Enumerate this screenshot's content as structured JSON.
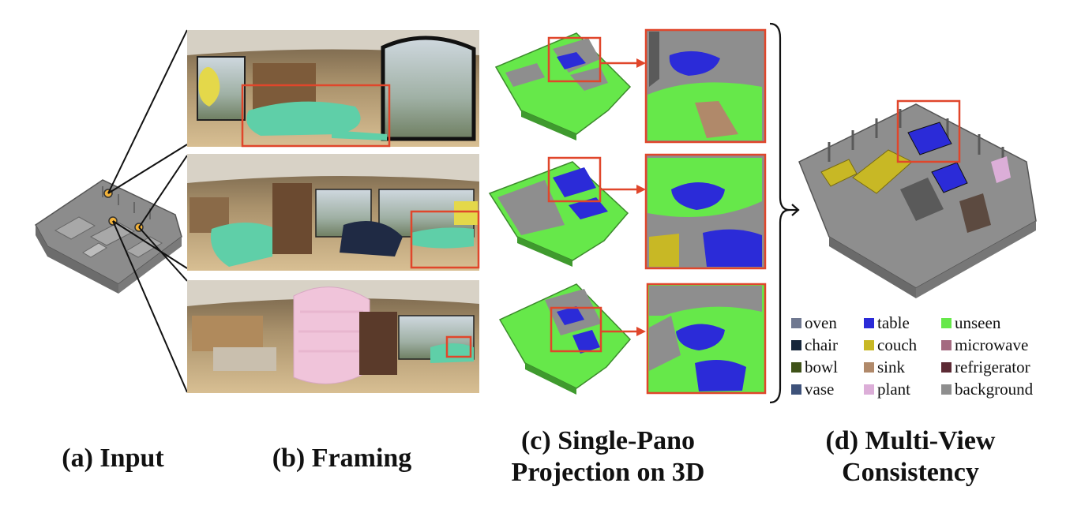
{
  "captions": {
    "input": "(a) Input",
    "framing": "(b) Framing",
    "single_pano_line1": "(c) Single-Pano",
    "single_pano_line2": "Projection on 3D",
    "multi_view_line1": "(d) Multi-View",
    "multi_view_line2": "Consistency"
  },
  "legend": [
    {
      "label": "oven",
      "color": "#6f7890"
    },
    {
      "label": "table",
      "color": "#2b2bd8"
    },
    {
      "label": "unseen",
      "color": "#66e84a"
    },
    {
      "label": "chair",
      "color": "#16263a"
    },
    {
      "label": "couch",
      "color": "#c8b825"
    },
    {
      "label": "microwave",
      "color": "#a46a80"
    },
    {
      "label": "bowl",
      "color": "#3f5218"
    },
    {
      "label": "sink",
      "color": "#b0896a"
    },
    {
      "label": "refrigerator",
      "color": "#5c2a34"
    },
    {
      "label": "vase",
      "color": "#3e527a"
    },
    {
      "label": "plant",
      "color": "#dcaed8"
    },
    {
      "label": "background",
      "color": "#8e8e8e"
    }
  ],
  "colors": {
    "mesh_gray": "#8c8c8c",
    "mesh_dark": "#5a5a5a",
    "highlight_red": "#e0462b",
    "camera_marker": "#f2b23a",
    "unseen_green": "#66e84a",
    "table_blue": "#2b2bd8",
    "mask_teal": "#5fcfa8",
    "mask_yellow": "#e4d84a",
    "mask_pink": "#f0c4da"
  }
}
